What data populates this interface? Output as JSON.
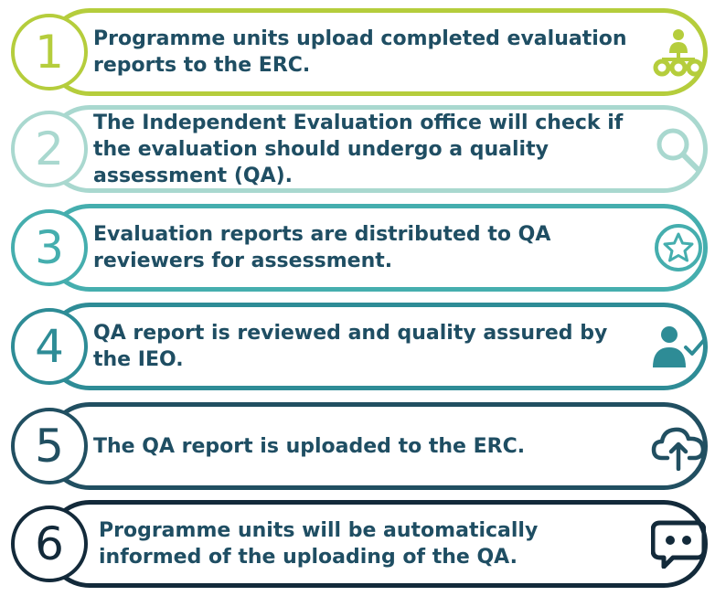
{
  "steps": [
    {
      "number": "1",
      "text": "Programme units upload completed evaluation reports to the ERC.",
      "color": "#b5cd3c",
      "text_color": "#1f4e63",
      "icon": "org-hierarchy-icon"
    },
    {
      "number": "2",
      "text": "The Independent Evaluation office will check if the evaluation should undergo a quality assessment (QA).",
      "color": "#a9d8cf",
      "text_color": "#1f4e63",
      "icon": "magnifier-icon"
    },
    {
      "number": "3",
      "text": "Evaluation reports are distributed to QA reviewers for assessment.",
      "color": "#45aeae",
      "text_color": "#1f4e63",
      "icon": "star-badge-icon"
    },
    {
      "number": "4",
      "text": "QA report is reviewed and quality assured by the IEO.",
      "color": "#2e8c96",
      "text_color": "#1f4e63",
      "icon": "user-check-icon"
    },
    {
      "number": "5",
      "text": "The QA report is uploaded to the ERC.",
      "color": "#214f61",
      "text_color": "#1f4e63",
      "icon": "cloud-upload-icon"
    },
    {
      "number": "6",
      "text": "Programme units will be automatically informed of the uploading of the QA.",
      "color": "#132a3a",
      "text_color": "#1f4e63",
      "icon": "chat-bubble-icon"
    }
  ]
}
